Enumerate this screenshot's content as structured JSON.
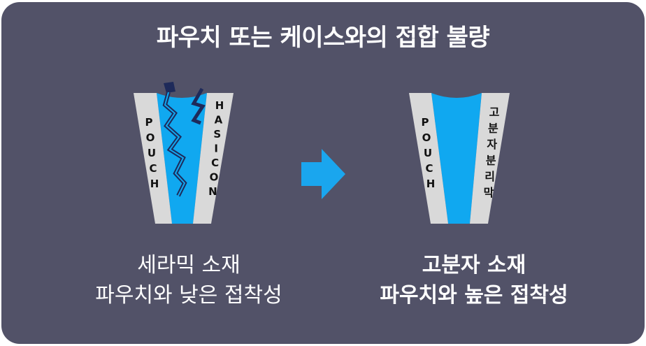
{
  "title": "파우치 또는 케이스와의 접합 불량",
  "left": {
    "pouch_label": "POUCH",
    "case_label": "HASICON",
    "caption": [
      "세라믹 소재",
      "파우치와 낮은 접착성"
    ]
  },
  "right": {
    "pouch_label": "POUCH",
    "case_label": "고분자분리막",
    "caption": [
      "고분자 소재",
      "파우치와 높은 접착성"
    ]
  },
  "colors": {
    "background": "#525268",
    "blue": "#10a8f0",
    "wall": "#d9d9d9",
    "arrow": "#1aa6ee",
    "crack": "#1e2a5a"
  }
}
